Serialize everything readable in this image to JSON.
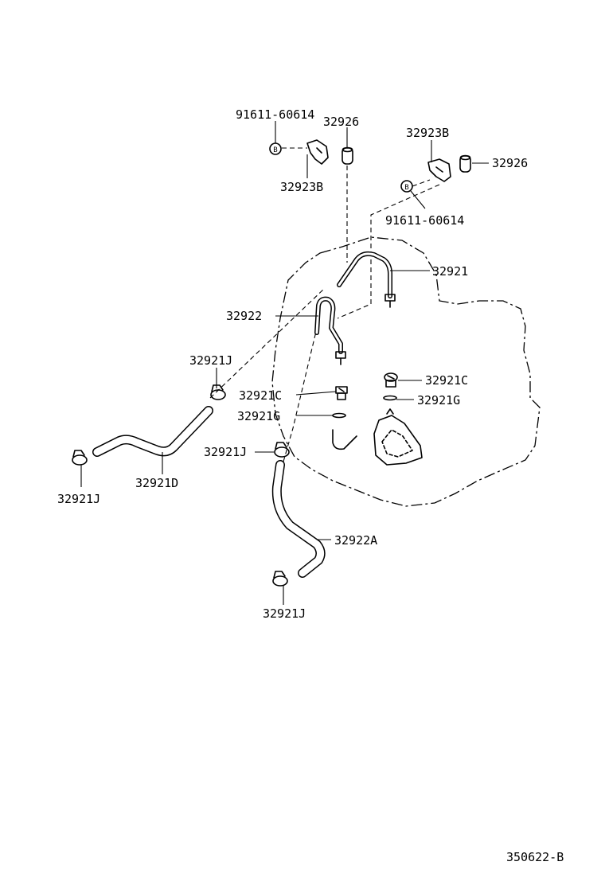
{
  "callouts": {
    "bolt_top_left": "91611-60614",
    "hose_top_left": "32926",
    "clamp_top_left": "32923B",
    "clamp_top_right": "32923B",
    "hose_top_right": "32926",
    "bolt_top_right": "91611-60614",
    "pipe_upper": "32921",
    "pipe_lower": "32922",
    "clip_left": "32921J",
    "plug_left": "32921C",
    "oring_left": "32921G",
    "plug_right": "32921C",
    "oring_right": "32921G",
    "clip_middle": "32921J",
    "hose_left": "32921D",
    "clip_far_left": "32921J",
    "hose_bottom": "32922A",
    "clip_bottom": "32921J"
  },
  "diagram_code": "350622-B"
}
